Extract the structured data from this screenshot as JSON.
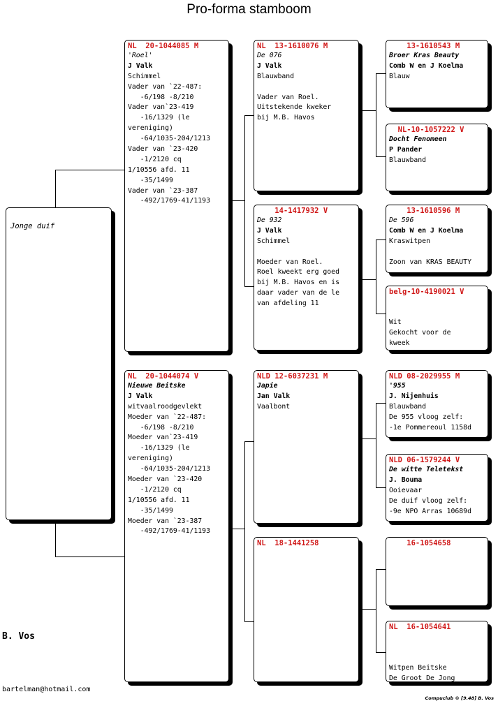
{
  "title": "Pro-forma stamboom",
  "subject": {
    "name": "Jonge duif"
  },
  "breeder": "B. Vos",
  "email": "bartelman@hotmail.com",
  "footer": "Compuclub © [9.48]  B. Vos",
  "colors": {
    "ring": "#d01818",
    "line": "#000000",
    "shadow": "#000000"
  },
  "father": {
    "ring": "NL  20-1044085 M",
    "lines": [
      "'Roel'",
      "J Valk",
      "Schimmel",
      "Vader van `22-487:",
      "   -6/198 -8/210",
      "Vader van`23-419",
      "   -16/1329 (le",
      "vereniging)",
      "   -64/1035-204/1213",
      "Vader van `23-420",
      "   -1/2120 cq",
      "1/10556 afd. 11",
      "   -35/1499",
      "Vader van `23-387",
      "   -492/1769-41/1193"
    ]
  },
  "mother": {
    "ring": "NL  20-1044074 V",
    "lines": [
      "Nieuwe Beitske",
      "J Valk",
      "witvaalroodgevlekt",
      "Moeder van `22-487:",
      "   -6/198 -8/210",
      "Moeder van`23-419",
      "   -16/1329 (le",
      "vereniging)",
      "   -64/1035-204/1213",
      "Moeder van `23-420",
      "   -1/2120 cq",
      "1/10556 afd. 11",
      "   -35/1499",
      "Moeder van `23-387",
      "   -492/1769-41/1193"
    ]
  },
  "gp_ff": {
    "ring": "NL  13-1610076 M",
    "lines": [
      "De 076",
      "J Valk",
      "Blauwband",
      "",
      "Vader van Roel.",
      "Uitstekende kweker",
      "bij M.B. Havos"
    ]
  },
  "gp_fm": {
    "ring": "    14-1417932 V",
    "lines": [
      "De 932",
      "J Valk",
      "Schimmel",
      "",
      "Moeder van Roel.",
      "Roel kweekt erg goed",
      "bij M.B. Havos en is",
      "daar vader van de le",
      "van afdeling 11"
    ]
  },
  "gp_mf": {
    "ring": "NLD 12-6037231 M",
    "lines": [
      "Japie",
      "Jan Valk",
      "Vaalbont"
    ]
  },
  "gp_mm": {
    "ring": "NL  18-1441258",
    "lines": []
  },
  "ggp_1": {
    "ring": "    13-1610543 M",
    "lines": [
      "Broer Kras Beauty",
      "Comb W en J Koelma",
      "Blauw"
    ]
  },
  "ggp_2": {
    "ring": "  NL-10-1057222 V",
    "lines": [
      "Docht Fenomeen",
      "P Pander",
      "Blauwband"
    ]
  },
  "ggp_3": {
    "ring": "    13-1610596 M",
    "lines": [
      "De 596",
      "Comb W en J Koelma",
      "Kraswitpen",
      "",
      "Zoon van KRAS BEAUTY"
    ]
  },
  "ggp_4": {
    "ring": "belg-10-4190021 V",
    "lines": [
      "",
      "",
      "Wit",
      "Gekocht voor de",
      "kweek"
    ]
  },
  "ggp_5": {
    "ring": "NLD 08-2029955 M",
    "lines": [
      "'955",
      "J. Nijenhuis",
      "Blauwband",
      "De 955 vloog zelf:",
      "-1e Pommereoul 1158d"
    ]
  },
  "ggp_6": {
    "ring": "NLD 06-1579244 V",
    "lines": [
      "De witte Teletekst",
      "J. Bouma",
      "Ooievaar",
      "De duif vloog zelf:",
      "-9e NPO Arras 10689d"
    ]
  },
  "ggp_7": {
    "ring": "    16-1054658",
    "lines": []
  },
  "ggp_8": {
    "ring": "NL  16-1054641",
    "lines": [
      "",
      "",
      "",
      "Witpen Beitske",
      "De Groot De Jong"
    ]
  }
}
